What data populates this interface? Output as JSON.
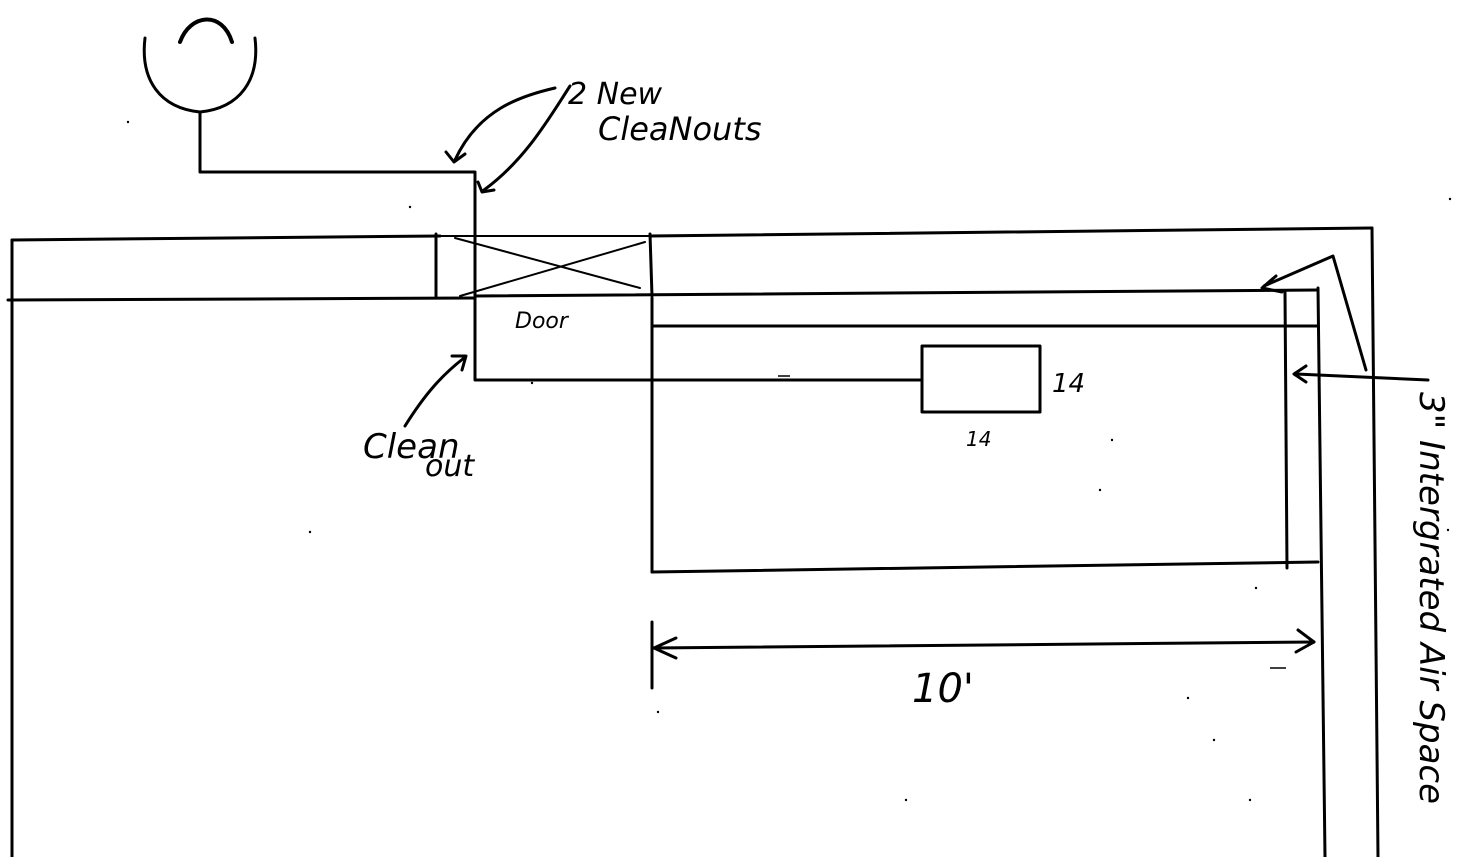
{
  "labels": {
    "new_cleanouts_line1": "2 New",
    "new_cleanouts_line2": "CleaNouts",
    "door": "Door",
    "clean": "Clean",
    "out": "out",
    "vent_height": "14",
    "vent_width": "14",
    "dimension": "10'",
    "air_space": "3\" Intergrated Air Space"
  },
  "colors": {
    "ink": "#000000",
    "paper": "#ffffff"
  }
}
